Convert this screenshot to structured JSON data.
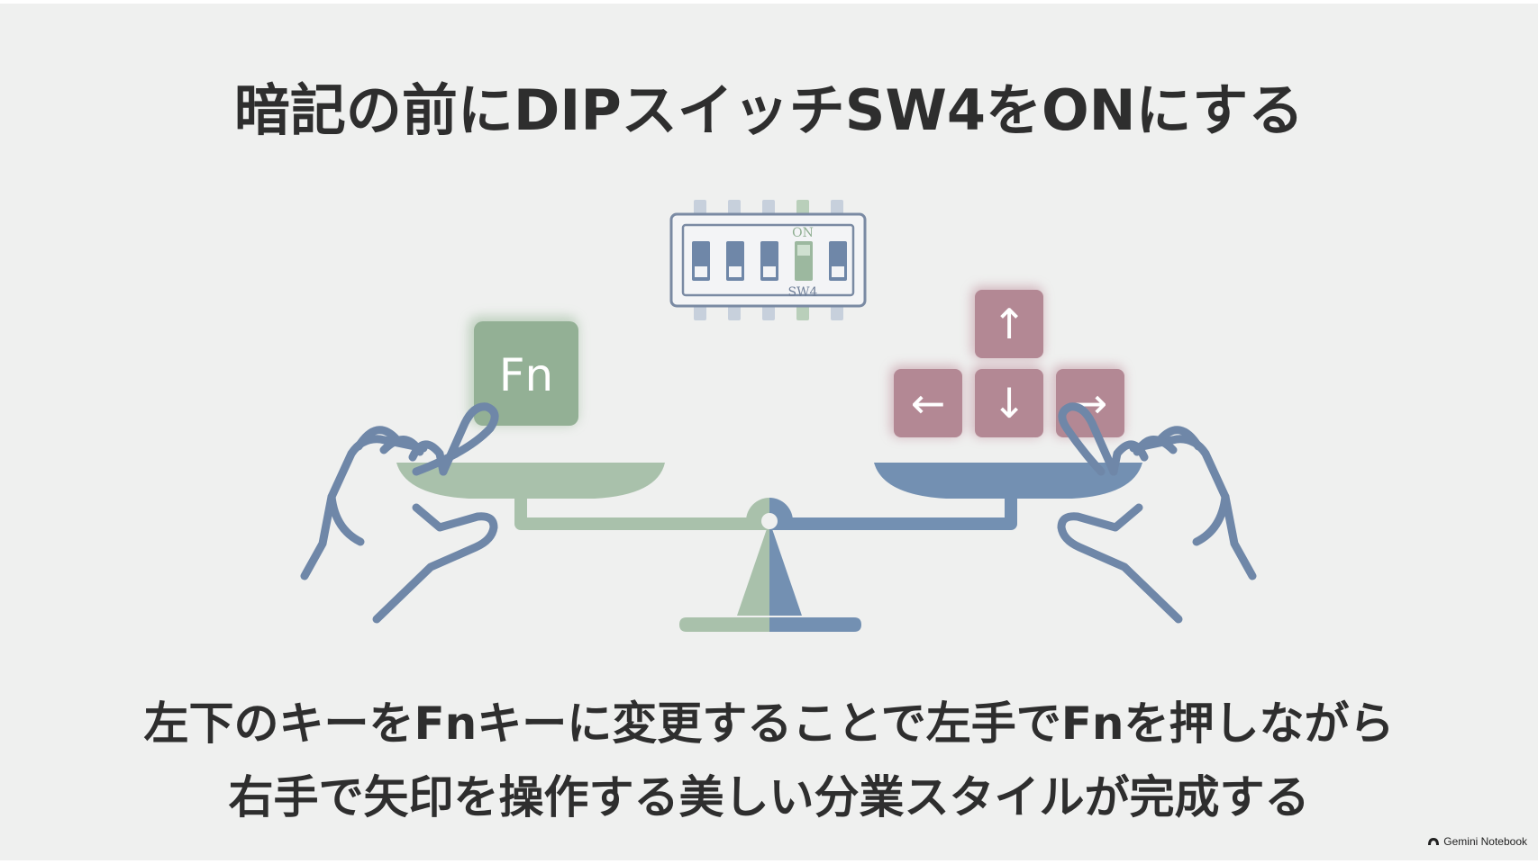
{
  "slide": {
    "title": "暗記の前にDIPスイッチSW4をONにする",
    "caption_lines": [
      "左下のキーをFnキーに変更することで左手でFnを押しながら",
      "右手で矢印を操作する美しい分業スタイルが完成する"
    ]
  },
  "dip_switch": {
    "on_label": "ON",
    "switch_label": "SW4",
    "switches": [
      {
        "state": "off"
      },
      {
        "state": "off"
      },
      {
        "state": "off"
      },
      {
        "state": "on"
      },
      {
        "state": "off"
      }
    ]
  },
  "keys": {
    "fn": "Fn",
    "up": "↑",
    "left": "←",
    "down": "↓",
    "right": "→"
  },
  "colors": {
    "background": "#eff0ef",
    "text": "#2e2e2e",
    "green": "#9cb89f",
    "blue": "#6f87a8",
    "mauve": "#b78d9a",
    "outline": "#7a8aa3"
  },
  "brand": {
    "name": "Gemini Notebook",
    "icon": "notebook-logo-icon"
  }
}
